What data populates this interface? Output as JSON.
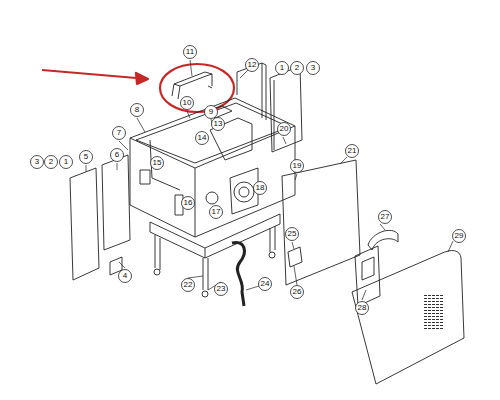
{
  "diagram": {
    "labels": [
      "11",
      "12",
      "1",
      "2",
      "3",
      "10",
      "8",
      "9",
      "13",
      "7",
      "14",
      "20",
      "5",
      "6",
      "3",
      "2",
      "1",
      "15",
      "19",
      "21",
      "18",
      "16",
      "17",
      "27",
      "29",
      "25",
      "4",
      "22",
      "23",
      "24",
      "26",
      "28"
    ]
  }
}
